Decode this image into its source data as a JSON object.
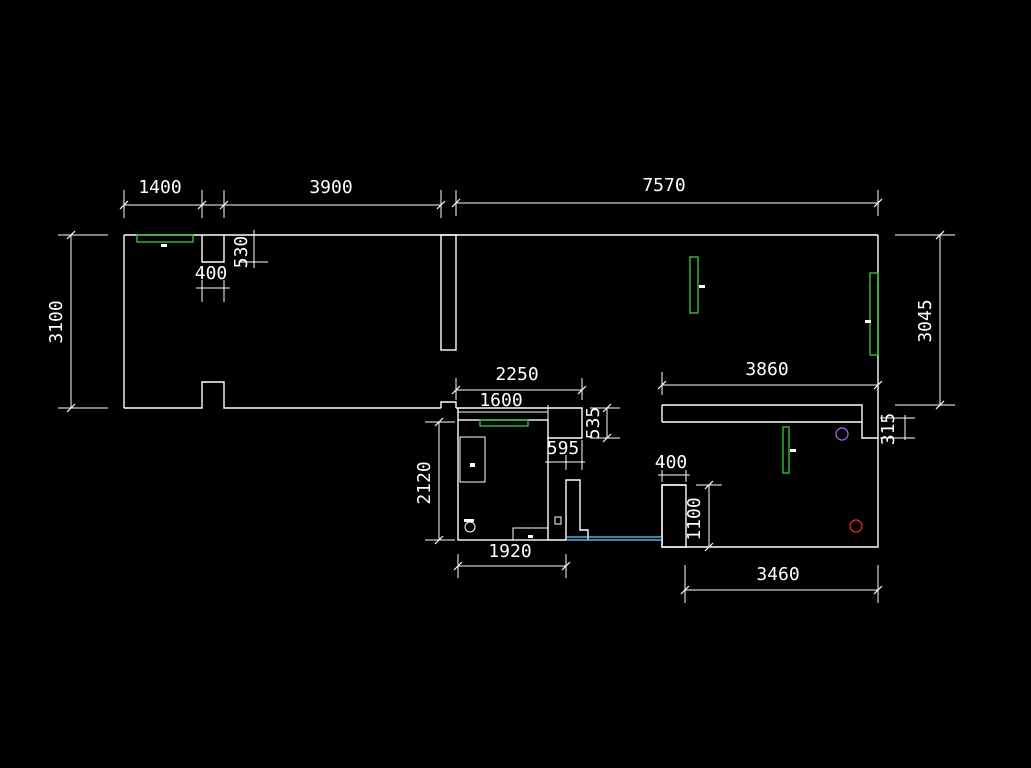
{
  "colors": {
    "background": "#000000",
    "line": "#ffffff",
    "fixture_accent": "#2fbf3a",
    "glazing": "#5fd7ff",
    "marker_magenta": "#c060ff",
    "marker_red": "#ff3030"
  },
  "dimensions": {
    "top_left_span": "1400",
    "top_mid_span": "3900",
    "top_right_span": "7570",
    "left_height": "3100",
    "small_height": "530",
    "small_width": "400",
    "corridor_width": "2250",
    "bath_top_width": "1600",
    "corridor_right_span": "3860",
    "right_height": "3045",
    "step_small": "315",
    "bath_step_height": "535",
    "bath_step_width": "595",
    "bath_height": "2120",
    "bath_bottom_width": "1920",
    "closet_width": "400",
    "closet_height": "1100",
    "room_bottom_width": "3460"
  }
}
